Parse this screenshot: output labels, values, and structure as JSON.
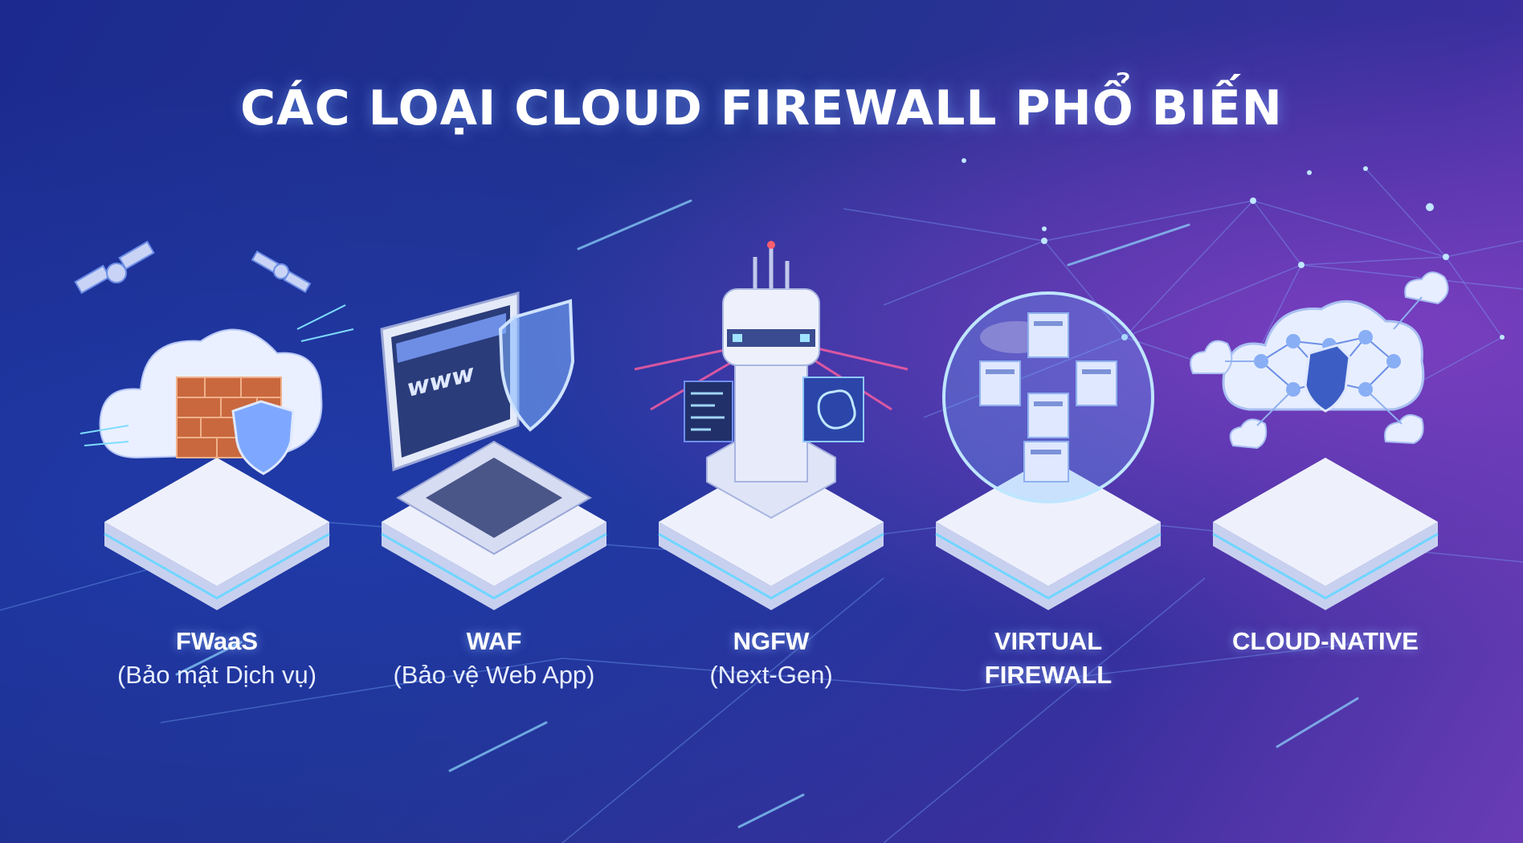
{
  "title": "CÁC LOẠI CLOUD FIREWALL PHỔ BIẾN",
  "colors": {
    "background_start": "#1c2a8f",
    "background_end": "#6a3cb5",
    "platform": "#e9edfb",
    "glow": "#5ad0ff",
    "brick": "#c9683e"
  },
  "items": [
    {
      "name": "FWaaS",
      "subtitle": "(Bảo mật Dịch vụ)",
      "icon": "cloud-firewall-icon"
    },
    {
      "name": "WAF",
      "subtitle": "(Bảo vệ Web App)",
      "icon": "laptop-shield-icon",
      "screen_text": "www"
    },
    {
      "name": "NGFW",
      "subtitle": "(Next-Gen)",
      "icon": "tower-brain-icon"
    },
    {
      "name": "VIRTUAL",
      "name2": "FIREWALL",
      "icon": "sphere-servers-icon"
    },
    {
      "name": "CLOUD-NATIVE",
      "icon": "cloud-network-icon"
    }
  ]
}
